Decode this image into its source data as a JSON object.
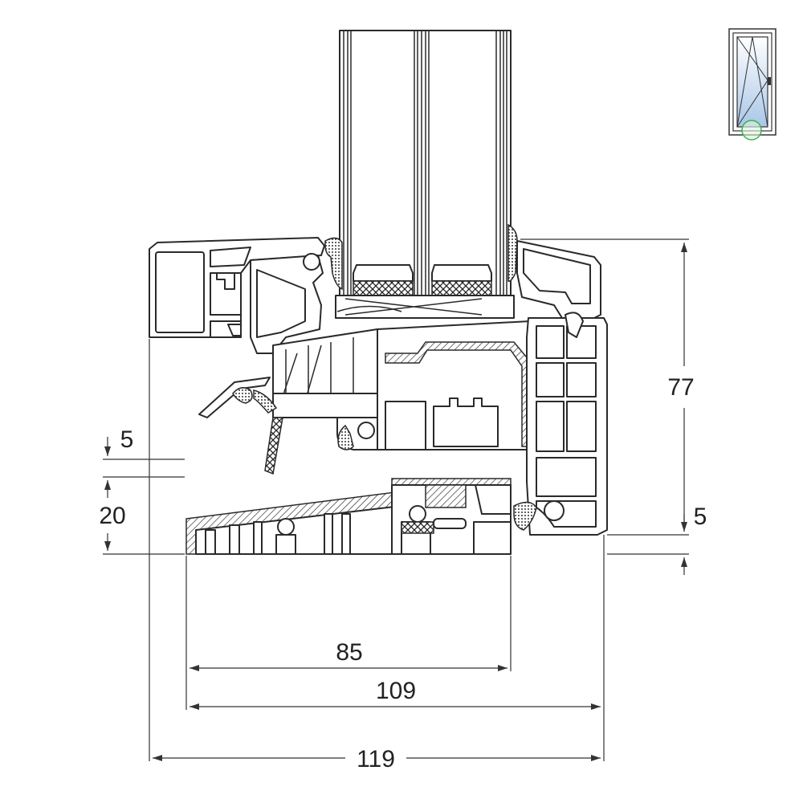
{
  "dimensions": {
    "overall_width": "119",
    "frame_width": "109",
    "sill_width": "85",
    "height": "77",
    "right_offset": "5",
    "left_offset": "5",
    "sill_height": "20"
  },
  "icons": {
    "window_type": "tilt-turn-window-icon",
    "marker": "detail-location-marker"
  },
  "colors": {
    "marker": "#3cb44b",
    "glass_tint": "#a9c6e8"
  }
}
